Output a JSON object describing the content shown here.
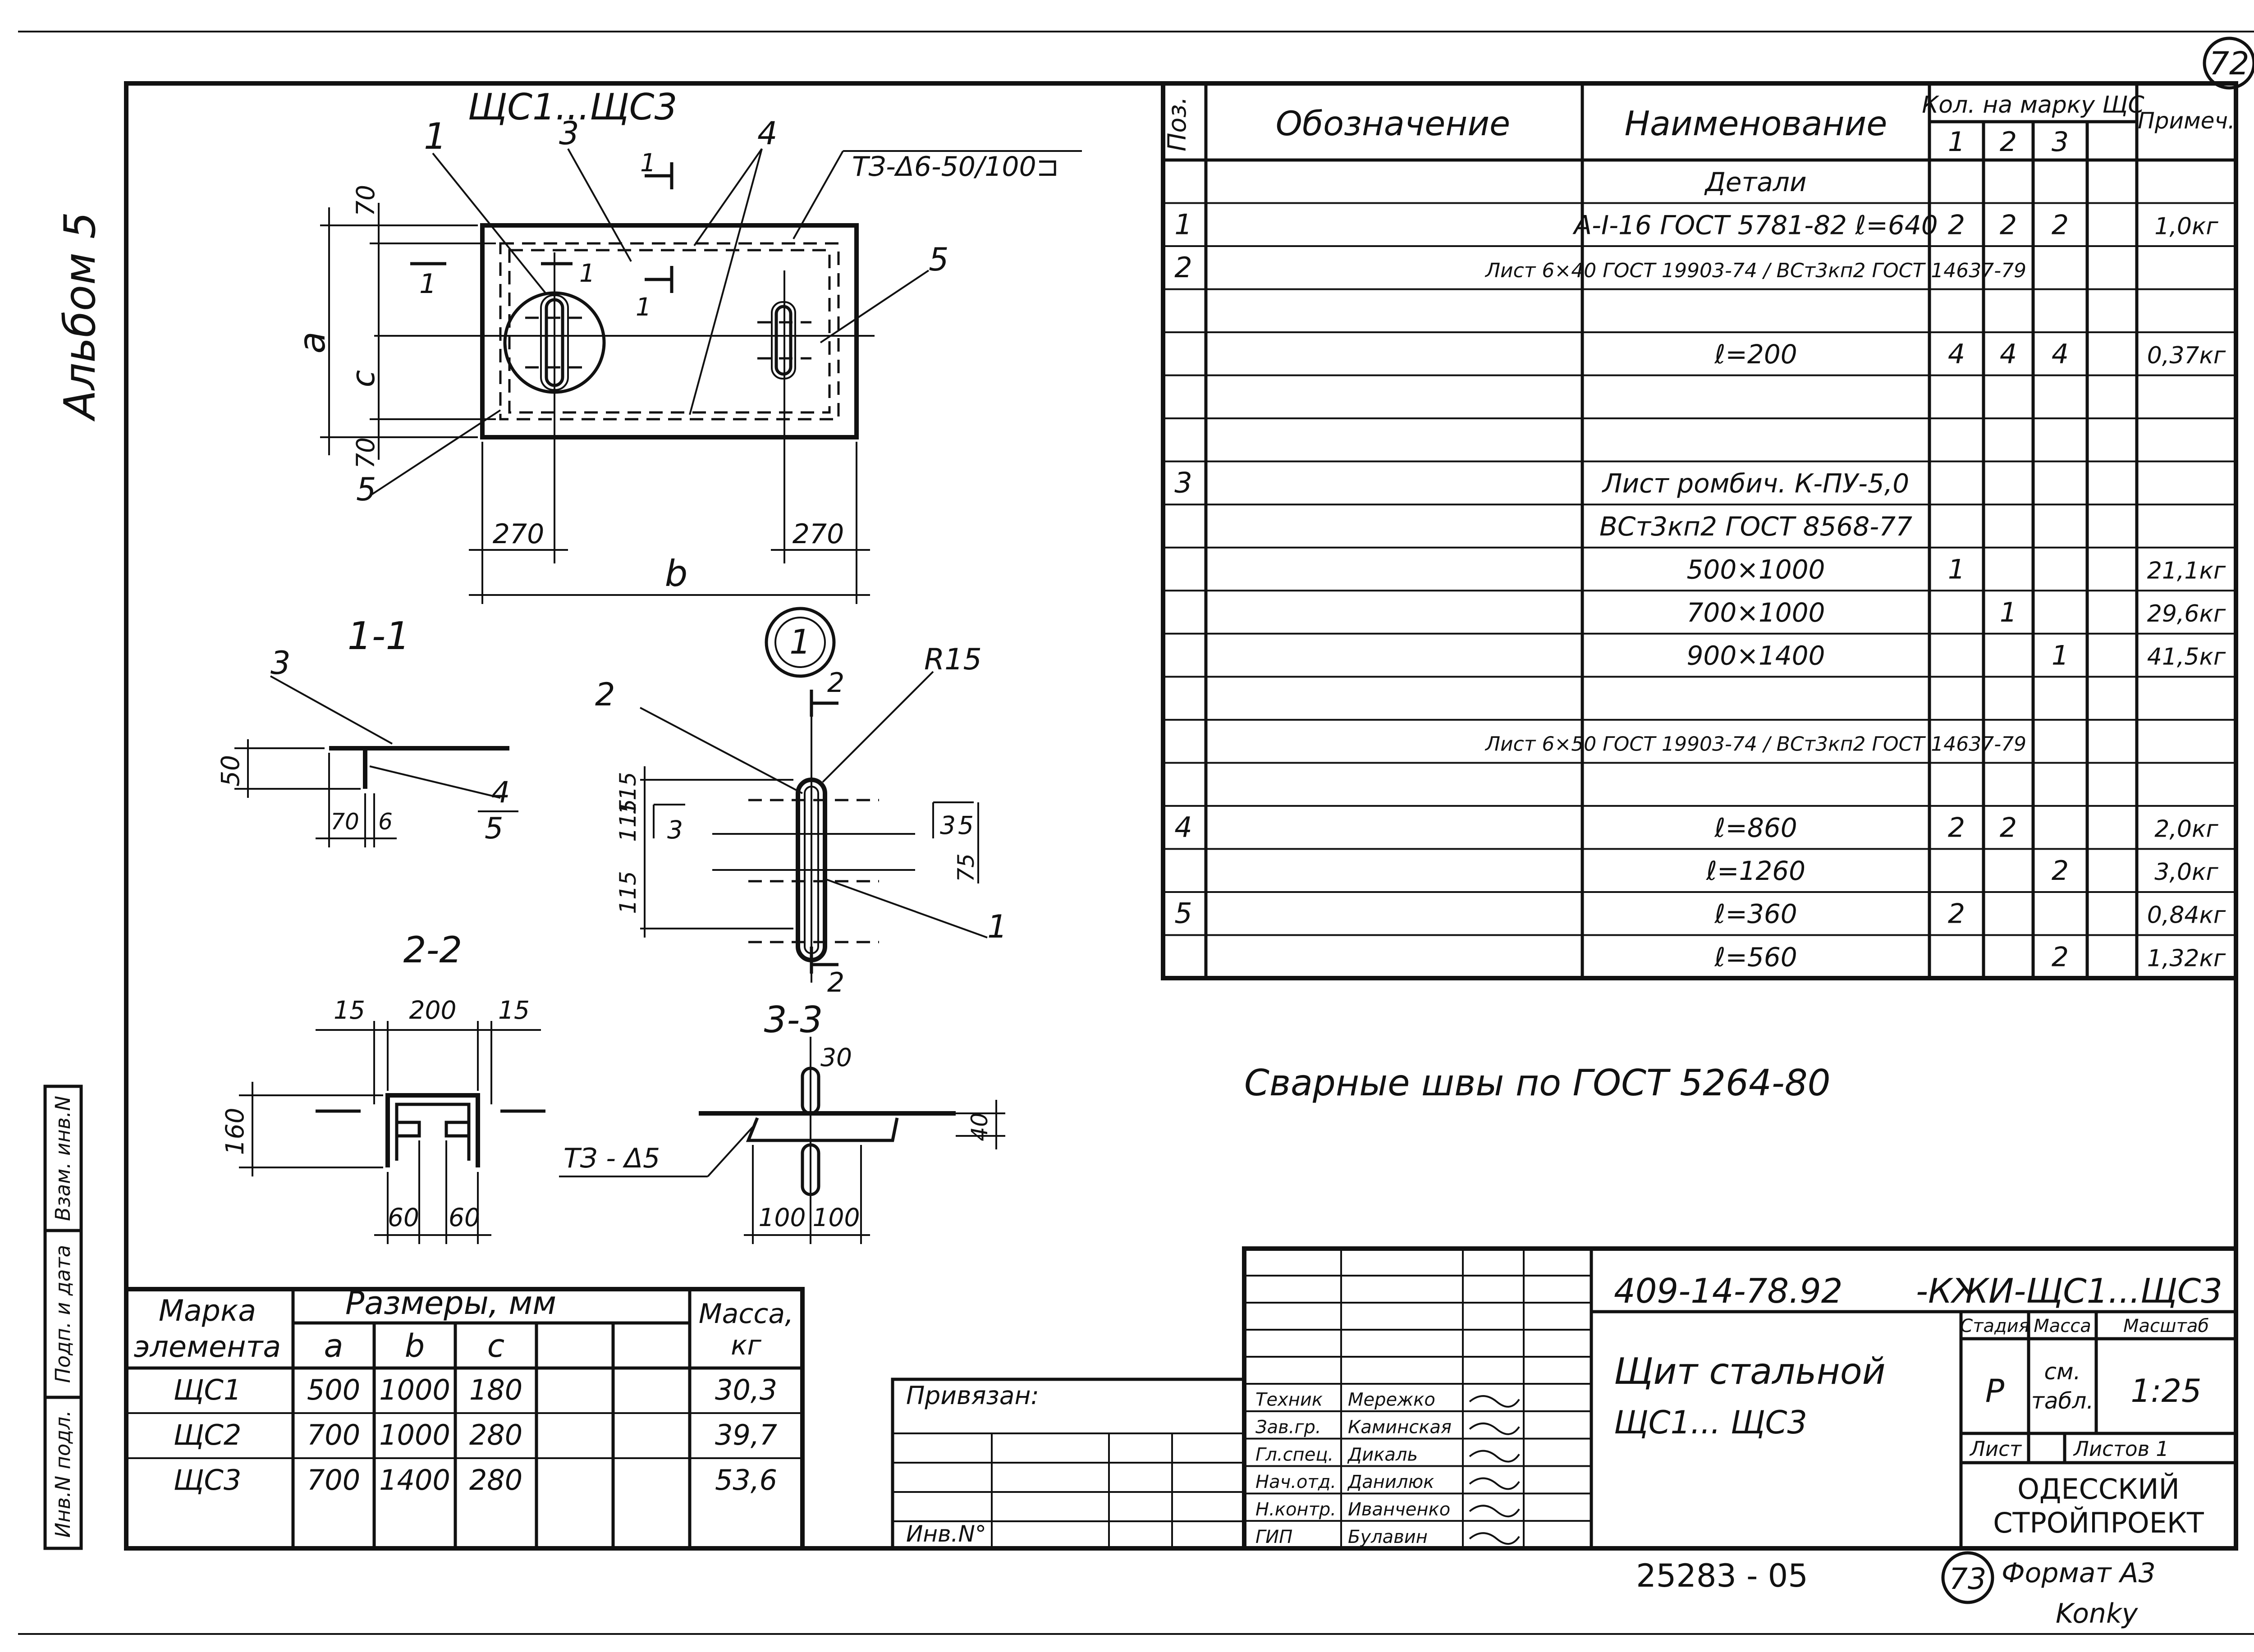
{
  "sheet": {
    "corner_number_top": "72",
    "corner_number_bottom": "73",
    "album": "Альбом 5",
    "format": "Формат А3",
    "archive_no": "25283 - 05",
    "bottom_signature": "Konky"
  },
  "plan_view": {
    "title": "ЩС1...ЩС3",
    "weld_note": "ТЗ-Δ6-50/100⊐",
    "dim_a": "a",
    "dim_c": "c",
    "dim_b": "b",
    "dim_70_top": "70",
    "dim_70_bottom": "70",
    "dim_270_left": "270",
    "dim_270_right": "270",
    "callout_1": "1",
    "callout_3": "3",
    "callout_4": "4",
    "callout_5": "5",
    "section_mark_1": "1",
    "section_mark_1b": "1",
    "section_mark_1c": "1",
    "section_mark_1d": "1"
  },
  "section_1_1": {
    "title": "1-1",
    "callout_3": "3",
    "callout_4": "4",
    "callout_5": "5",
    "dim_50": "50",
    "dim_70": "70",
    "dim_6": "6"
  },
  "node_1": {
    "label": "1",
    "callout_2": "2",
    "callout_1": "1",
    "radius": "R15",
    "cut_mark_top": "2",
    "cut_mark_bottom": "2",
    "dim_115_a": "115",
    "dim_115_b": "115",
    "dim_115_c": "115",
    "dim_75": "75",
    "tag_3_left": "3",
    "tag_3_right": "3",
    "tag_5_right": "5"
  },
  "section_2_2": {
    "title": "2-2",
    "dim_15_left": "15",
    "dim_200": "200",
    "dim_15_right": "15",
    "dim_160": "160",
    "dim_60_left": "60",
    "dim_60_right": "60"
  },
  "section_3_3": {
    "title": "3-3",
    "dim_30": "30",
    "dim_40": "40",
    "dim_100_left": "100",
    "dim_100_right": "100",
    "weld_note": "ТЗ - Δ5"
  },
  "welding_note": "Сварные швы по ГОСТ 5264-80",
  "spec_table": {
    "headers": {
      "pos": "Поз.",
      "designation": "Обозначение",
      "name": "Наименование",
      "qty": "Кол. на марку ЩС",
      "qty_1": "1",
      "qty_2": "2",
      "qty_3": "3",
      "note": "Примеч."
    },
    "rows": [
      {
        "pos": "",
        "name": "Детали",
        "q1": "",
        "q2": "",
        "q3": "",
        "note": ""
      },
      {
        "pos": "1",
        "name": "А-I-16 ГОСТ 5781-82 ℓ=640",
        "q1": "2",
        "q2": "2",
        "q3": "2",
        "note": "1,0кг"
      },
      {
        "pos": "2",
        "name": "Лист 6×40 ГОСТ 19903-74 / ВСт3кп2 ГОСТ 14637-79",
        "q1": "",
        "q2": "",
        "q3": "",
        "note": ""
      },
      {
        "pos": "",
        "name": "",
        "q1": "",
        "q2": "",
        "q3": "",
        "note": ""
      },
      {
        "pos": "",
        "name": "ℓ=200",
        "q1": "4",
        "q2": "4",
        "q3": "4",
        "note": "0,37кг"
      },
      {
        "pos": "",
        "name": "",
        "q1": "",
        "q2": "",
        "q3": "",
        "note": ""
      },
      {
        "pos": "",
        "name": "",
        "q1": "",
        "q2": "",
        "q3": "",
        "note": ""
      },
      {
        "pos": "3",
        "name": "Лист ромбич. К-ПУ-5,0",
        "q1": "",
        "q2": "",
        "q3": "",
        "note": ""
      },
      {
        "pos": "",
        "name": "ВСт3кп2 ГОСТ 8568-77",
        "q1": "",
        "q2": "",
        "q3": "",
        "note": ""
      },
      {
        "pos": "",
        "name": "500×1000",
        "q1": "1",
        "q2": "",
        "q3": "",
        "note": "21,1кг"
      },
      {
        "pos": "",
        "name": "700×1000",
        "q1": "",
        "q2": "1",
        "q3": "",
        "note": "29,6кг"
      },
      {
        "pos": "",
        "name": "900×1400",
        "q1": "",
        "q2": "",
        "q3": "1",
        "note": "41,5кг"
      },
      {
        "pos": "",
        "name": "",
        "q1": "",
        "q2": "",
        "q3": "",
        "note": ""
      },
      {
        "pos": "",
        "name": "Лист 6×50 ГОСТ 19903-74 / ВСт3кп2 ГОСТ 14637-79",
        "q1": "",
        "q2": "",
        "q3": "",
        "note": ""
      },
      {
        "pos": "",
        "name": "",
        "q1": "",
        "q2": "",
        "q3": "",
        "note": ""
      },
      {
        "pos": "4",
        "name": "ℓ=860",
        "q1": "2",
        "q2": "2",
        "q3": "",
        "note": "2,0кг"
      },
      {
        "pos": "",
        "name": "ℓ=1260",
        "q1": "",
        "q2": "",
        "q3": "2",
        "note": "3,0кг"
      },
      {
        "pos": "5",
        "name": "ℓ=360",
        "q1": "2",
        "q2": "",
        "q3": "",
        "note": "0,84кг"
      },
      {
        "pos": "",
        "name": "ℓ=560",
        "q1": "",
        "q2": "",
        "q3": "2",
        "note": "1,32кг"
      }
    ]
  },
  "dims_table": {
    "h_mark": "Марка",
    "h_mark2": "элемента",
    "h_sizes": "Размеры, мм",
    "h_a": "a",
    "h_b": "b",
    "h_c": "c",
    "h_mass": "Масса,",
    "h_mass2": "кг",
    "rows": [
      {
        "mark": "ЩС1",
        "a": "500",
        "b": "1000",
        "c": "180",
        "mass": "30,3"
      },
      {
        "mark": "ЩС2",
        "a": "700",
        "b": "1000",
        "c": "280",
        "mass": "39,7"
      },
      {
        "mark": "ЩС3",
        "a": "700",
        "b": "1400",
        "c": "280",
        "mass": "53,6"
      }
    ]
  },
  "side_stamp": {
    "inv_orig": "Инв.N подл.",
    "sign_date": "Подп. и дата",
    "replace_inv": "Взам. инв.N"
  },
  "linked_block": {
    "bound": "Привязан:",
    "inv": "Инв.N°"
  },
  "title_block": {
    "doc_code": "409-14-78.92",
    "doc_suffix": "-КЖИ-ЩС1...ЩС3",
    "object_name": "Щит стальной",
    "object_marks": "ЩС1... ЩС3",
    "stage_h": "Стадия",
    "mass_h": "Масса",
    "scale_h": "Масштаб",
    "stage": "Р",
    "mass": "см.",
    "mass2": "табл.",
    "scale": "1:25",
    "sheet_h": "Лист",
    "sheets_h": "Листов 1",
    "org": "ОДЕССКИЙ",
    "org2": "СТРОЙПРОЕКТ",
    "people": [
      {
        "role": "Техник",
        "name": "Мережко"
      },
      {
        "role": "Зав.гр.",
        "name": "Каминская"
      },
      {
        "role": "Гл.спец.",
        "name": "Дикаль"
      },
      {
        "role": "Нач.отд.",
        "name": "Данилюк"
      },
      {
        "role": "Н.контр.",
        "name": "Иванченко"
      },
      {
        "role": "ГИП",
        "name": "Булавин"
      }
    ]
  }
}
